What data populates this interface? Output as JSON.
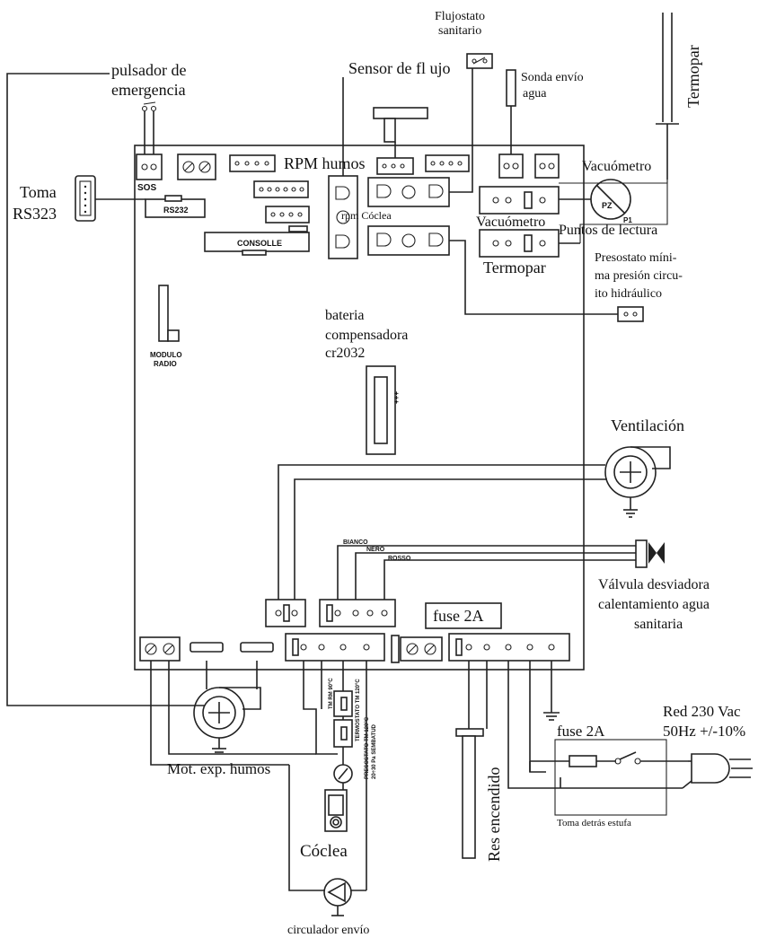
{
  "labels": {
    "flujostato": [
      "Flujostato",
      "sanitario"
    ],
    "pulsador": [
      "pulsador de",
      "emergencia"
    ],
    "sensor_flujo": "Sensor de fl ujo",
    "sonda": [
      "Sonda envío",
      "agua"
    ],
    "termopar_vertical": "Termopar",
    "toma_rs": [
      "Toma",
      "RS323"
    ],
    "rpm_humos": "RPM humos",
    "vacuometro_top": "Vacuómetro",
    "rpm_coclea": "rpm Cóclea",
    "vacuometro_conn": "Vacuómetro",
    "puntos_lectura": "Puntos de lectura",
    "termopar_conn": "Termopar",
    "presostato": [
      "Presostato míni-",
      "ma presión circu-",
      "ito hidráulico"
    ],
    "bateria": [
      "bateria",
      "compensadora",
      "cr2032"
    ],
    "ventilacion": "Ventilación",
    "valvula": [
      "Válvula desviadora",
      "calentamiento agua",
      "sanitaria"
    ],
    "fuse_board": "fuse 2A",
    "fuse_ext": "fuse 2A",
    "red": [
      "Red 230 Vac",
      "50Hz +/-10%"
    ],
    "toma_detras": "Toma detrás estufa",
    "mot_humos": "Mot. exp. humos",
    "coclea": "Cóclea",
    "res_encendido": "Res encendido",
    "circulador": "circulador envío"
  },
  "board_labels": {
    "sos": "SOS",
    "rs232": "RS232",
    "consolle": "CONSOLLE",
    "modulo": [
      "MODULO",
      "RADIO"
    ],
    "bianco": "BIANCO",
    "nero": "NERO",
    "rosso": "ROSSO",
    "tm_80": "TM RM 90°C",
    "tm_120": "TERMOSTATO TM 120°C",
    "presostato_bd": [
      "PRESOSTATO TM 120°C",
      "20÷30 Pa  SEMBATUD"
    ],
    "pz": "PZ",
    "p1": "P1",
    "battery_plus": "+++"
  }
}
